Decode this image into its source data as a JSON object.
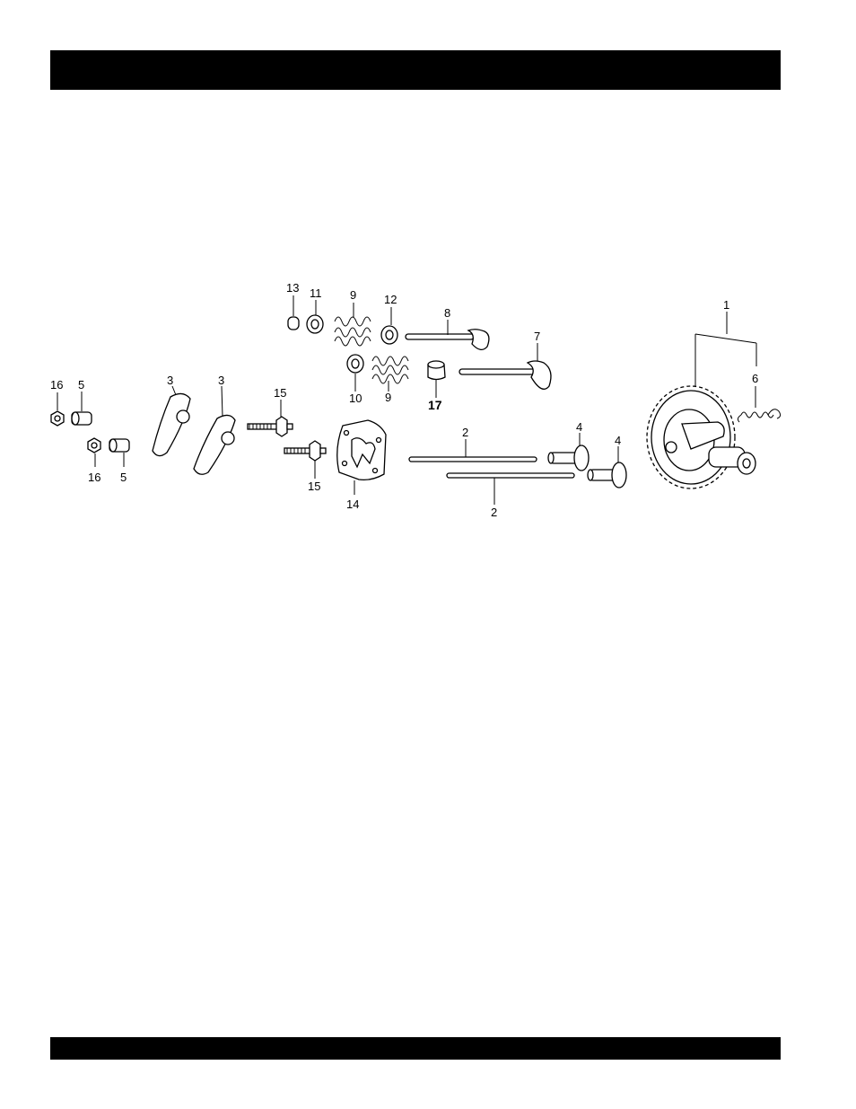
{
  "header_bar": {
    "color": "#000000"
  },
  "footer_bar": {
    "color": "#000000"
  },
  "diagram": {
    "part_numbers": {
      "p1": "1",
      "p2a": "2",
      "p2b": "2",
      "p3a": "3",
      "p3b": "3",
      "p4a": "4",
      "p4b": "4",
      "p5a": "5",
      "p5b": "5",
      "p6": "6",
      "p7": "7",
      "p8": "8",
      "p9a": "9",
      "p9b": "9",
      "p10": "10",
      "p11": "11",
      "p12": "12",
      "p13": "13",
      "p14": "14",
      "p15a": "15",
      "p15b": "15",
      "p16a": "16",
      "p16b": "16",
      "p17": "17"
    }
  }
}
